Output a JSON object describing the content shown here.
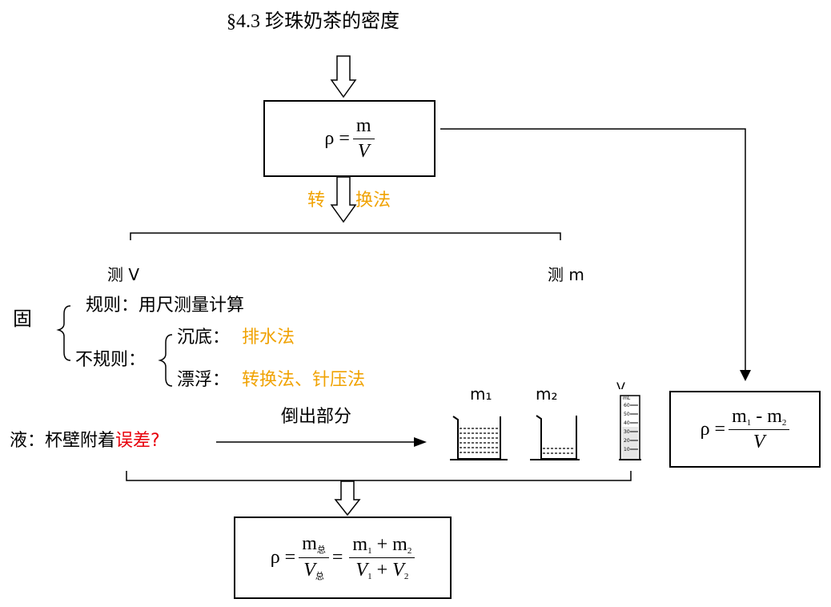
{
  "title": "§4.3  珍珠奶茶的密度",
  "formula_main": {
    "lhs": "ρ =",
    "num": "m",
    "den": "V"
  },
  "method_label": {
    "part1": "转",
    "part2": "换法"
  },
  "measure_v": "测 V",
  "measure_m": "测 m",
  "solid": {
    "label": "固",
    "regular": "规则：用尺测量计算",
    "irregular_label": "不规则：",
    "sink_label": "沉底：",
    "sink_method": "排水法",
    "float_label": "漂浮：",
    "float_method": "转换法、针压法"
  },
  "liquid": {
    "label": "液：杯壁附着",
    "error": "误差?"
  },
  "pour_out": "倒出部分",
  "vessels": {
    "m1": "m₁",
    "m2": "m₂",
    "v": "V",
    "cylinder_unit": "mL",
    "cylinder_ticks": [
      "60",
      "50",
      "40",
      "30",
      "20",
      "10"
    ]
  },
  "formula_right": {
    "lhs": "ρ =",
    "num_a": "m",
    "sub_a": "1",
    "minus": " - ",
    "num_b": "m",
    "sub_b": "2",
    "den": "V"
  },
  "formula_bottom": {
    "lhs": "ρ =",
    "num1": "m",
    "num1_sub": "总",
    "den1": "V",
    "den1_sub": "总",
    "eq": "=",
    "num2a": "m",
    "num2a_sub": "1",
    "plus": "+",
    "num2b": "m",
    "num2b_sub": "2",
    "den2a": "V",
    "den2a_sub": "1",
    "den2b": "V",
    "den2b_sub": "2"
  },
  "colors": {
    "accent": "#f0a202",
    "error": "#e8000b"
  }
}
